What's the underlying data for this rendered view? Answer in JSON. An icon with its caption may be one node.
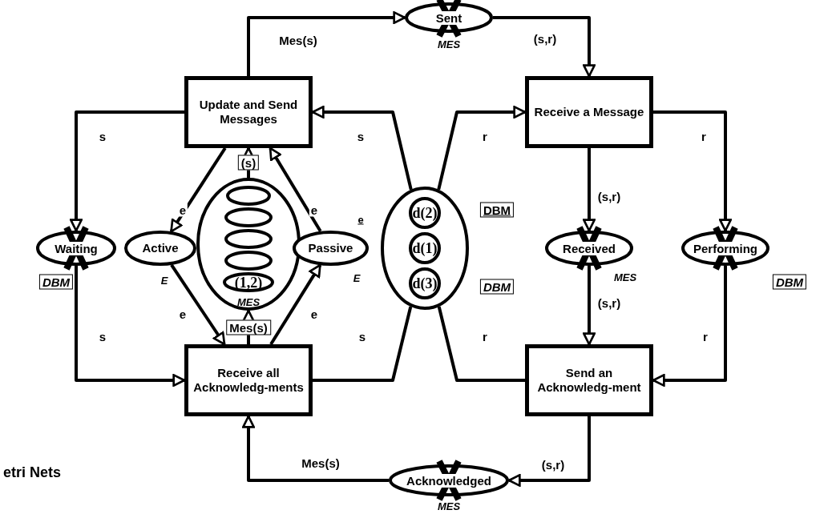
{
  "diagram": {
    "nodes": [
      {
        "text": [
          "Update and Send Messages"
        ]
      },
      {
        "text": [
          "Receive a Message"
        ]
      },
      {
        "text": [
          "Receive all Acknowledg-ments"
        ]
      },
      {
        "text": [
          "Send an Acknowledg-ment"
        ]
      },
      {
        "text": [
          "Sent"
        ],
        "beside": [
          "MES"
        ]
      },
      {
        "text": [
          "Waiting"
        ]
      },
      {
        "text": [
          "Active"
        ]
      },
      {
        "text": [],
        "shape": "ellipse",
        "beside": [
          "MES"
        ]
      },
      {
        "text": [
          "Passive"
        ]
      },
      {
        "text": [],
        "shape": "ellipse"
      },
      {
        "text": [
          "Received"
        ],
        "beside": [
          "MES"
        ]
      },
      {
        "text": [
          "Performing"
        ]
      },
      {
        "text": [
          "Acknowledged"
        ],
        "beside": [
          "MES"
        ]
      },
      {
        "text": [],
        "shape": "ellipse",
        "in": 7
      },
      {
        "text": [],
        "shape": "ellipse",
        "in": 7
      },
      {
        "text": [],
        "shape": "ellipse",
        "in": 7
      },
      {
        "text": [],
        "shape": "ellipse",
        "in": 7
      },
      {
        "text": [
          "(1,2)"
        ],
        "in": 7
      },
      {
        "text": [
          "d(2)"
        ],
        "in": 9
      },
      {
        "text": [
          "d(1)"
        ],
        "in": 9
      },
      {
        "text": [
          "d(3)"
        ],
        "in": 9
      }
    ],
    "edges": [
      {
        "from": 0,
        "to": 4,
        "arrow": "to",
        "label": "Mes(s)"
      },
      {
        "from": 4,
        "to": 1,
        "arrow": "to",
        "label": "(s,r)"
      },
      {
        "from": 0,
        "to": 5,
        "arrow": "to",
        "label": "s"
      },
      {
        "from": 5,
        "to": 2,
        "arrow": "to",
        "label": "s"
      },
      {
        "from": 0,
        "to": 6,
        "arrow": "to",
        "label": "e"
      },
      {
        "from": 6,
        "to": 2,
        "arrow": "to",
        "label": "e"
      },
      {
        "from": 7,
        "to": 0,
        "arrow": "to",
        "label": "(s)"
      },
      {
        "from": 2,
        "to": 7,
        "arrow": "to",
        "label": "Mes(s)"
      },
      {
        "from": 2,
        "to": 8,
        "arrow": "to",
        "label": "e"
      },
      {
        "from": 8,
        "to": 0,
        "arrow": "to",
        "label": "e"
      },
      {
        "from": 9,
        "to": 0,
        "arrow": "to",
        "label": "s"
      },
      {
        "from": 2,
        "to": 9,
        "arrow": "none",
        "label": "s"
      },
      {
        "from": 9,
        "to": 1,
        "arrow": "to",
        "label": "r"
      },
      {
        "from": 3,
        "to": 9,
        "arrow": "none",
        "label": "r"
      },
      {
        "from": 1,
        "to": 10,
        "arrow": "to",
        "label": "(s,r)"
      },
      {
        "from": 10,
        "to": 3,
        "arrow": "to",
        "label": "(s,r)"
      },
      {
        "from": 1,
        "to": 11,
        "arrow": "to",
        "label": "r"
      },
      {
        "from": 11,
        "to": 3,
        "arrow": "to",
        "label": "r"
      },
      {
        "from": 3,
        "to": 12,
        "arrow": "to",
        "label": "(s,r)"
      },
      {
        "from": 12,
        "to": 2,
        "arrow": "to",
        "label": "Mes(s)"
      }
    ],
    "labels": [
      "E",
      "E",
      "e",
      "DBM",
      "DBM",
      "DBM",
      "DBM",
      "etri Nets"
    ]
  }
}
